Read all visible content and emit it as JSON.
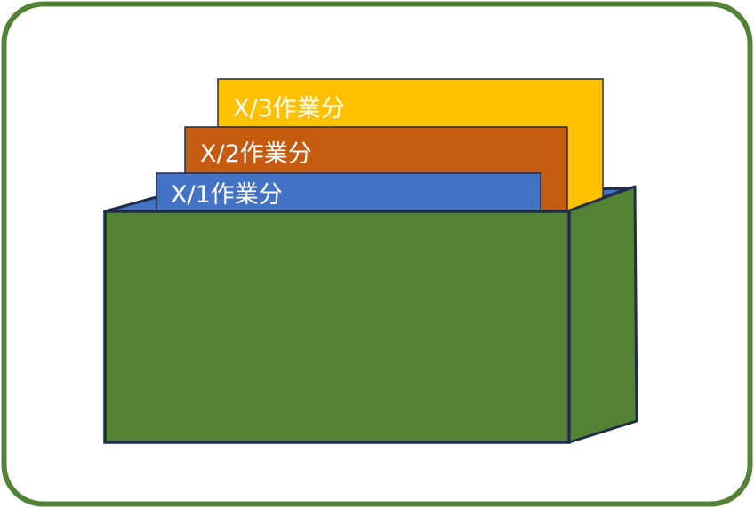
{
  "diagram": {
    "cards": [
      {
        "label": "X/3作業分",
        "color": "#FFC000"
      },
      {
        "label": "X/2作業分",
        "color": "#C55A11"
      },
      {
        "label": "X/1作業分",
        "color": "#4472C4"
      }
    ],
    "box": {
      "front_color": "#548235",
      "side_color": "#548235",
      "outline_color": "#1F2D4A"
    },
    "frame": {
      "border_color": "#538135",
      "background": "#FFFFFF"
    }
  }
}
